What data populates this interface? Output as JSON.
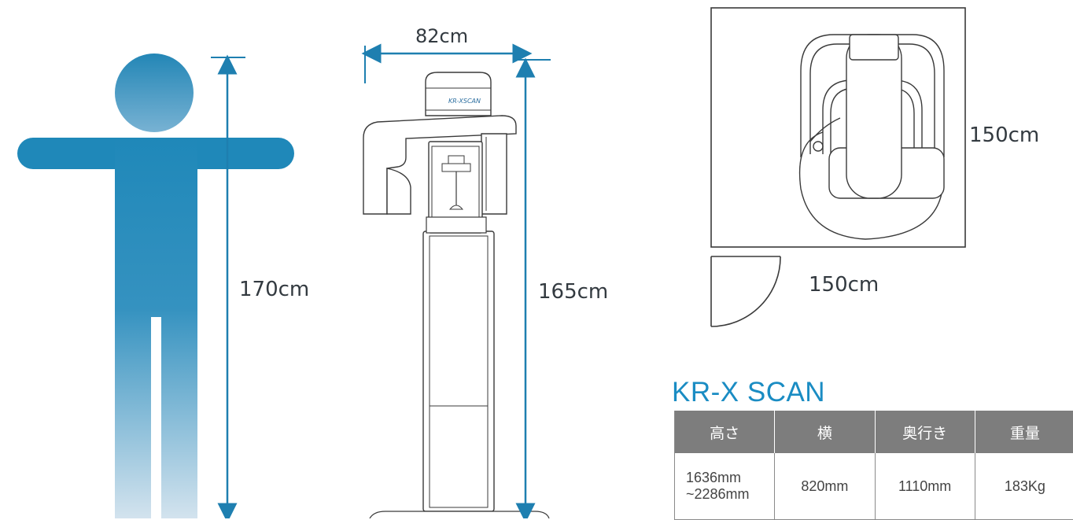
{
  "human": {
    "height_label": "170cm"
  },
  "machine": {
    "width_label": "82cm",
    "height_label": "165cm",
    "logo_text": "KR-XSCAN"
  },
  "floorplan": {
    "depth_label": "150cm",
    "width_label": "150cm"
  },
  "product": {
    "name": "KR-X SCAN"
  },
  "spec_table": {
    "headers": [
      "高さ",
      "横",
      "奥行き",
      "重量"
    ],
    "height_line1": "1636mm",
    "height_line2": "~2286mm",
    "width": "820mm",
    "depth": "1110mm",
    "weight": "183Kg"
  },
  "colors": {
    "figure_top": "#1f88b9",
    "figure_bottom": "#c8dbe8",
    "arrow": "#1e7fb0",
    "header_bg": "#7d7d7d"
  }
}
